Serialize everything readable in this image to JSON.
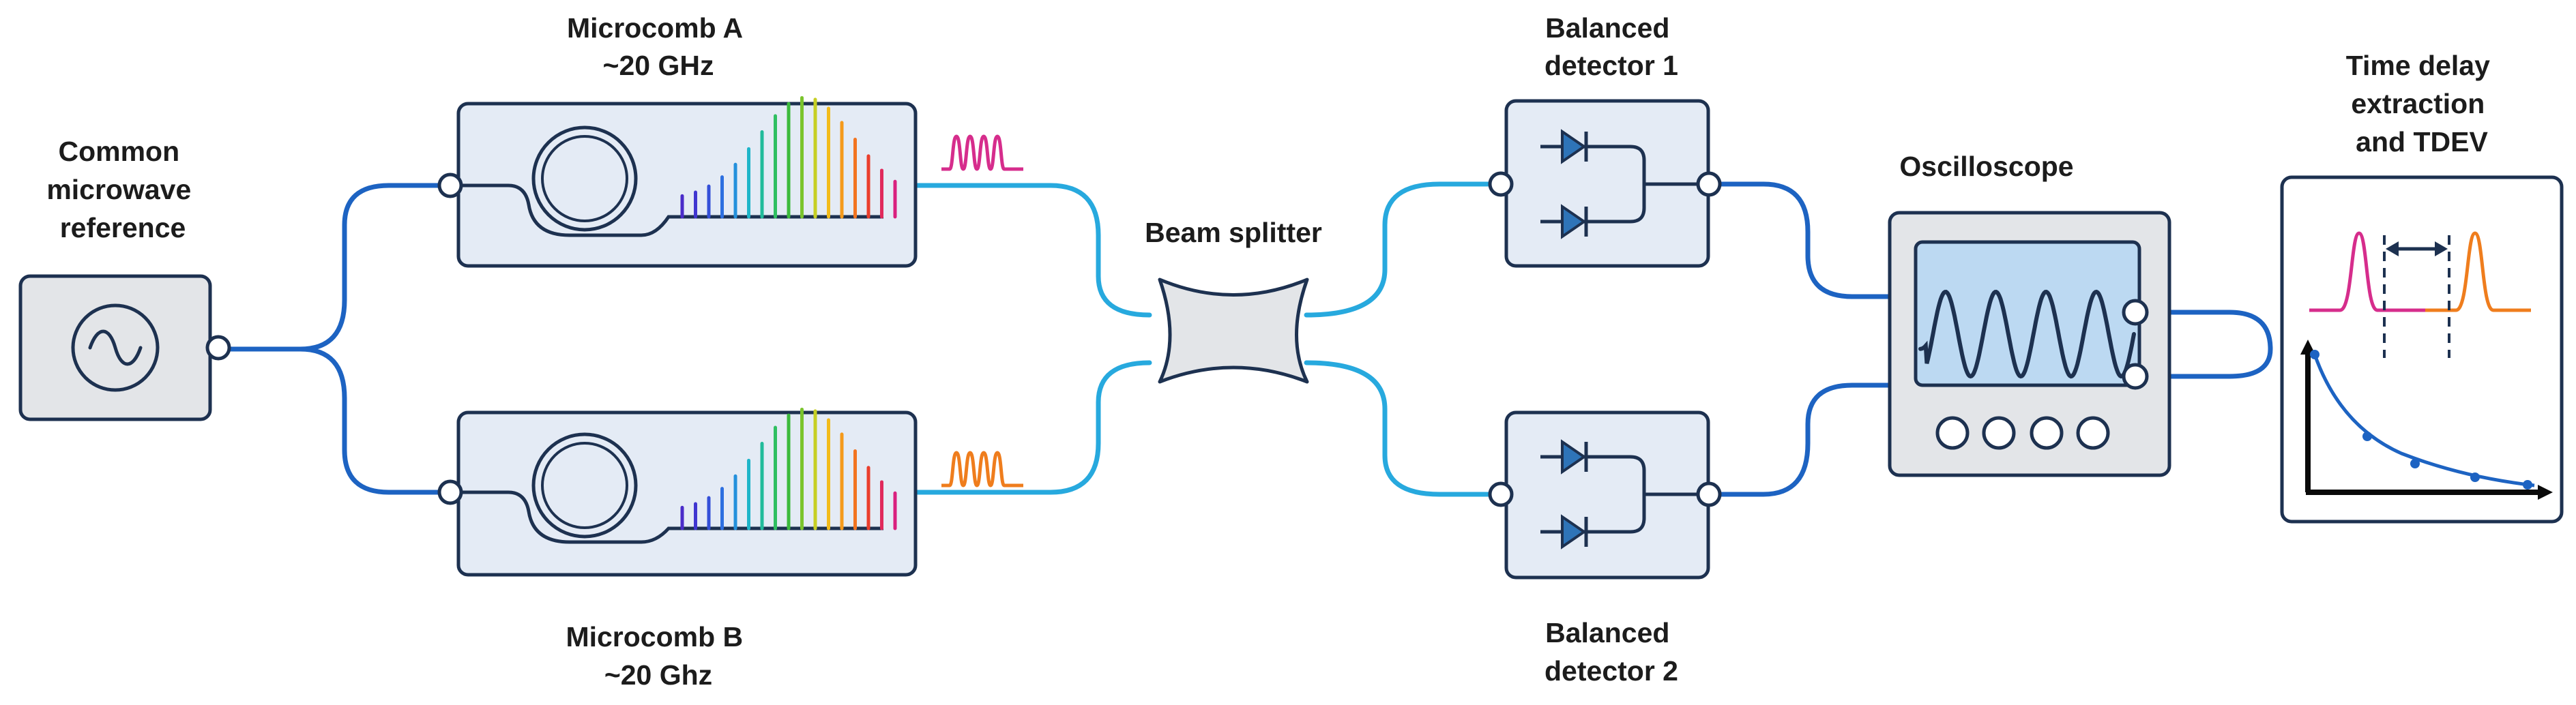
{
  "labels": {
    "reference": [
      "Common",
      "microwave",
      "reference"
    ],
    "comb_a": [
      "Microcomb A",
      "~20 GHz"
    ],
    "comb_b": [
      "Microcomb B",
      "~20 Ghz"
    ],
    "splitter": [
      "Beam splitter"
    ],
    "detector_1": [
      "Balanced",
      "detector 1"
    ],
    "detector_2": [
      "Balanced",
      "detector 2"
    ],
    "oscilloscope": [
      "Oscilloscope"
    ],
    "analysis": [
      "Time delay",
      "extraction",
      "and TDEV"
    ]
  },
  "colors": {
    "fiber_dark": "#1d63c2",
    "fiber_light": "#27a9de",
    "box_fill": "#e4ebf5",
    "box_stroke": "#1d3150",
    "panel_fill": "#e3e5e8",
    "screen_fill": "#bcd9f2",
    "pulse_a": "#d62d8c",
    "pulse_b": "#ef7d1d",
    "tdev_curve": "#1d63c2"
  },
  "icons": [
    "sine-wave-icon",
    "ring-resonator-icon",
    "comb-spectrum-icon",
    "pulse-train-icon",
    "photodiode-icon",
    "delay-arrow-icon"
  ]
}
